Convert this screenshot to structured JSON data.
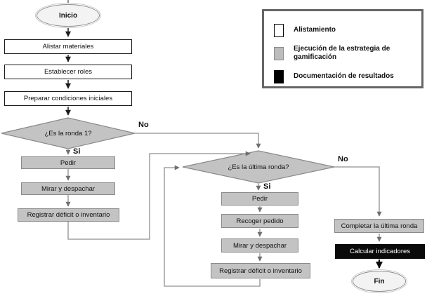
{
  "legend": {
    "items": [
      {
        "swatch": "white",
        "label": "Alistamiento"
      },
      {
        "swatch": "gray",
        "label": "Ejecución de la estrategia de gamificación"
      },
      {
        "swatch": "black",
        "label": "Documentación de resultados"
      }
    ]
  },
  "flow": {
    "start_label": "Inicio",
    "end_label": "Fin",
    "prep_steps": [
      "Alistar materiales",
      "Establecer roles",
      "Preparar condiciones iniciales"
    ],
    "decision_round1": "¿Es la ronda 1?",
    "decision_last_round": "¿Es la última ronda?",
    "round1_steps": [
      "Pedir",
      "Mirar y despachar",
      "Registrar déficit o inventario"
    ],
    "round_steps": [
      "Pedir",
      "Recoger pedido",
      "Mirar y despachar",
      "Registrar déficit o inventario"
    ],
    "closing_steps": [
      "Completar la última ronda",
      "Calcular indicadores"
    ],
    "yes_label": "Si",
    "no_label": "No"
  },
  "colors": {
    "execution_fill": "#c3c3c3",
    "alistamiento_fill": "#ffffff",
    "documentation_fill": "#000000",
    "connector": "#8f8f8f",
    "arrow_black": "#1c1c1c"
  }
}
